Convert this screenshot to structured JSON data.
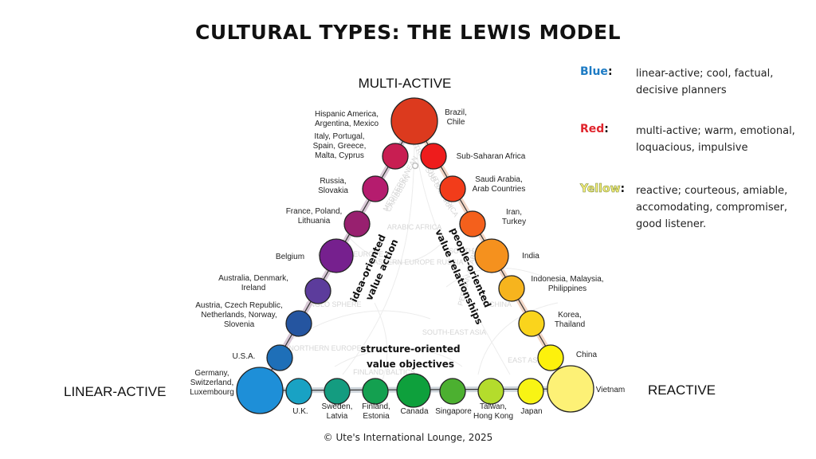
{
  "title": "CULTURAL TYPES: THE LEWIS MODEL",
  "corners": {
    "top": "MULTI-ACTIVE",
    "left": "LINEAR-ACTIVE",
    "right": "REACTIVE"
  },
  "axes": {
    "left": [
      "idea-oriented",
      "value action"
    ],
    "right": [
      "people-oriented",
      "value relationships"
    ],
    "bottom": [
      "structure-oriented",
      "value objectives"
    ]
  },
  "legend": [
    {
      "key": "Blue",
      "color": "#1d7bc4",
      "description": "linear-active; cool, factual, decisive planners"
    },
    {
      "key": "Red",
      "color": "#e0242c",
      "description": "multi-active; warm, emotional, loquacious, impulsive"
    },
    {
      "key": "Yellow",
      "color": "#f6ef7a",
      "description": "reactive; courteous, amiable, accomodating, compromiser, good listener."
    }
  ],
  "background_regions": [
    "MEDITERRANEAN",
    "CARIBBEAN",
    "CENTRAL- SOUTH AMERICA",
    "SUB-SAHARA",
    "ARABIC AFRICA",
    "CENTRAL EUROPE",
    "EASTERN EUROPE RUSSIA",
    "PERSIAN ARABIC",
    "SOUTH ASIA",
    "ANGLO SPHERE",
    "CHINA",
    "NORTHERN EUROPE",
    "SOUTH-EAST ASIA",
    "EAST ASIA",
    "FINLAND BALTICS"
  ],
  "nodes": {
    "left_edge": [
      {
        "label": [
          "Germany,",
          "Switzerland,",
          "Luxembourg"
        ],
        "color": "#1e8fd8",
        "size": "large"
      },
      {
        "label": [
          "U.S.A."
        ],
        "color": "#1e6fb8",
        "size": "small"
      },
      {
        "label": [
          "Austria, Czech Republic,",
          "Netherlands, Norway,",
          "Slovenia"
        ],
        "color": "#2555a0",
        "size": "small"
      },
      {
        "label": [
          "Australia, Denmark,",
          "Ireland"
        ],
        "color": "#5c3c9c",
        "size": "small"
      },
      {
        "label": [
          "Belgium"
        ],
        "color": "#76208e",
        "size": "medium"
      },
      {
        "label": [
          "France, Poland,",
          "Lithuania"
        ],
        "color": "#98206f",
        "size": "small"
      },
      {
        "label": [
          "Russia,",
          "Slovakia"
        ],
        "color": "#b51c6e",
        "size": "small"
      },
      {
        "label": [
          "Italy, Portugal,",
          "Spain, Greece,",
          "Malta, Cyprus"
        ],
        "color": "#c81e52",
        "size": "small"
      },
      {
        "label": [
          "Hispanic America,",
          "Argentina, Mexico"
        ],
        "color": "#dc3a1e",
        "size": "large"
      }
    ],
    "top_right": [
      {
        "label": [
          "Brazil,",
          "Chile"
        ],
        "shared_with": "Hispanic America"
      },
      {
        "label": [
          "Sub-Saharan Africa"
        ],
        "color": "#ee1c1c",
        "size": "small"
      },
      {
        "label": [
          "Saudi Arabia,",
          "Arab Countries"
        ],
        "color": "#f23c1a",
        "size": "small"
      },
      {
        "label": [
          "Iran,",
          "Turkey"
        ],
        "color": "#f4601c",
        "size": "small"
      },
      {
        "label": [
          "India"
        ],
        "color": "#f5911e",
        "size": "medium"
      },
      {
        "label": [
          "Indonesia, Malaysia,",
          "Philippines"
        ],
        "color": "#f6b41e",
        "size": "small"
      },
      {
        "label": [
          "Korea,",
          "Thailand"
        ],
        "color": "#fad41c",
        "size": "small"
      },
      {
        "label": [
          "China"
        ],
        "color": "#fdf10c",
        "size": "small"
      },
      {
        "label": [
          "Vietnam"
        ],
        "color": "#fdf176",
        "size": "large"
      }
    ],
    "bottom_edge": [
      {
        "label": [
          "U.K."
        ],
        "color": "#19a2c4",
        "size": "small"
      },
      {
        "label": [
          "Sweden,",
          "Latvia"
        ],
        "color": "#149c80",
        "size": "small"
      },
      {
        "label": [
          "Finland,",
          "Estonia"
        ],
        "color": "#14a050",
        "size": "small"
      },
      {
        "label": [
          "Canada"
        ],
        "color": "#0ea03c",
        "size": "medium"
      },
      {
        "label": [
          "Singapore"
        ],
        "color": "#4cb030",
        "size": "small"
      },
      {
        "label": [
          "Taiwan,",
          "Hong Kong"
        ],
        "color": "#b4dc2c",
        "size": "small"
      },
      {
        "label": [
          "Japan"
        ],
        "color": "#f8f414",
        "size": "small"
      }
    ]
  },
  "footer": "© Ute's International Lounge, 2025"
}
